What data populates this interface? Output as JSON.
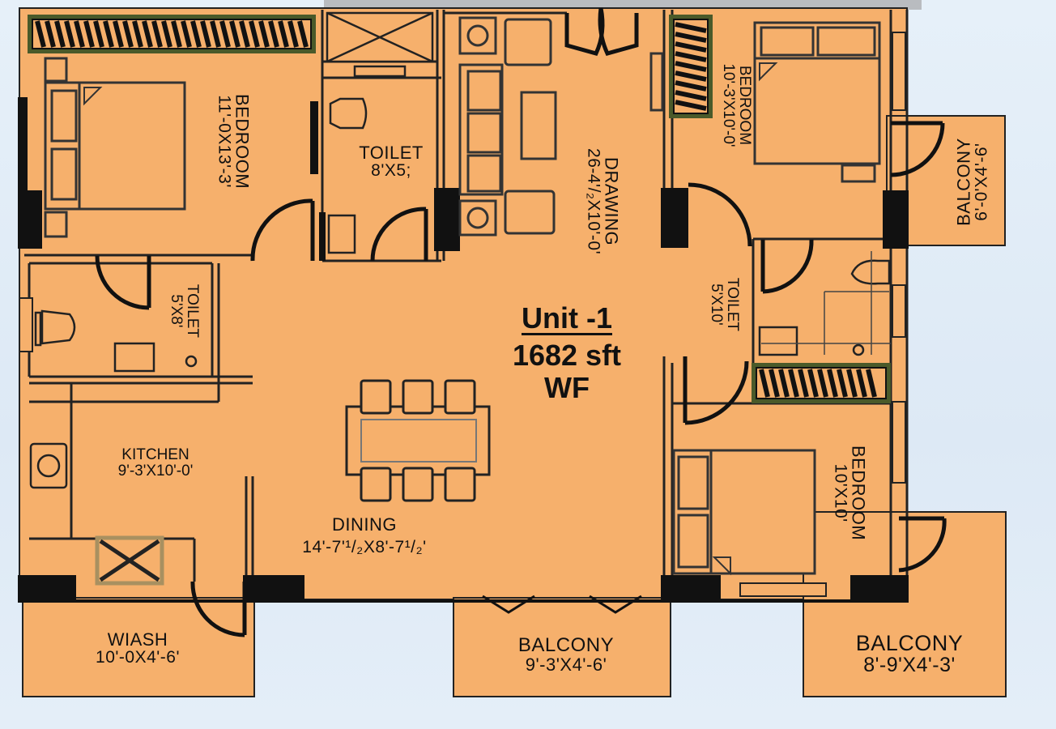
{
  "plan": {
    "unit_title": "Unit -1",
    "unit_area": "1682 sft",
    "unit_facing": "WF",
    "rooms": {
      "bedroom_left": {
        "name": "BEDROOM",
        "dim": "11'-0X13'-3'"
      },
      "toilet_top": {
        "name": "TOILET",
        "dim": "8'X5;"
      },
      "drawing": {
        "name": "DRAWING",
        "dim": "26-4'/₂X10'-0'"
      },
      "bedroom_tr": {
        "name": "BEDROOM",
        "dim": "10'-3'X10'-0'"
      },
      "balcony_right": {
        "name": "BALCONY",
        "dim": "6'-0'X4'-6'"
      },
      "toilet_left": {
        "name": "TOILET",
        "dim": "5'X8'"
      },
      "toilet_right": {
        "name": "TOILET",
        "dim": "5'X10'"
      },
      "kitchen": {
        "name": "KITCHEN",
        "dim": "9'-3'X10'-0'"
      },
      "dining": {
        "name": "DINING",
        "dim": "14'-7'¹/₂X8'-7¹/₂'"
      },
      "bedroom_br": {
        "name": "BEDROOM",
        "dim": "10'X10'"
      },
      "wash": {
        "name": "WIASH",
        "dim": "10'-0X4'-6'"
      },
      "balcony_mid": {
        "name": "BALCONY",
        "dim": "9'-3'X4'-6'"
      },
      "balcony_br": {
        "name": "BALCONY",
        "dim": "8'-9'X4'-3'"
      }
    },
    "colors": {
      "floor": "#f6b06c",
      "wall": "#111111",
      "wardrobe_frame": "#4a5a2a",
      "furniture_line": "#2a2a2a",
      "background": "#e3edf7"
    }
  }
}
